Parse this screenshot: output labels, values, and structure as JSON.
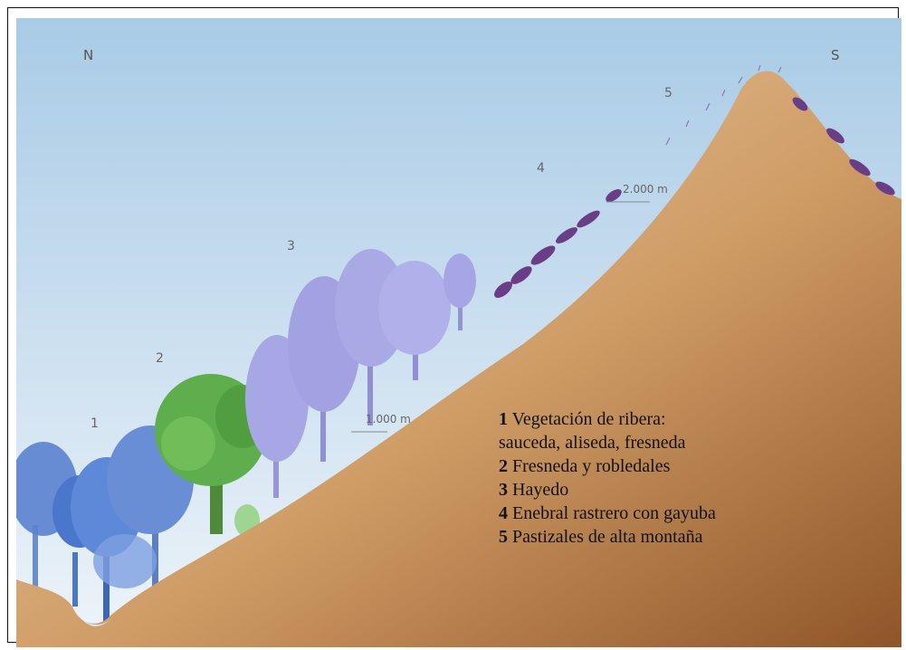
{
  "directions": {
    "north": "N",
    "south": "S"
  },
  "zones": [
    {
      "number": "1"
    },
    {
      "number": "2"
    },
    {
      "number": "3"
    },
    {
      "number": "4"
    },
    {
      "number": "5"
    }
  ],
  "altitudes": {
    "low": "1.000 m",
    "high": "2.000 m"
  },
  "legend": [
    {
      "number": "1",
      "label": "Vegetación de ribera:"
    },
    {
      "number": "",
      "label": "sauceda, aliseda, fresneda"
    },
    {
      "number": "2",
      "label": "Fresneda y robledales"
    },
    {
      "number": "3",
      "label": "Hayedo"
    },
    {
      "number": "4",
      "label": "Enebral rastrero con gayuba"
    },
    {
      "number": "5",
      "label": "Pastizales de alta montaña"
    }
  ],
  "colors": {
    "sky_top": "#a9cbe6",
    "sky_bottom": "#e8f1f8",
    "ground_light": "#e3c299",
    "ground_dark": "#9a5e2e",
    "riparian": "#5b82cf",
    "ash_oak": "#5fae4d",
    "beech": "#a6a6e4",
    "juniper": "#6a3e86"
  }
}
